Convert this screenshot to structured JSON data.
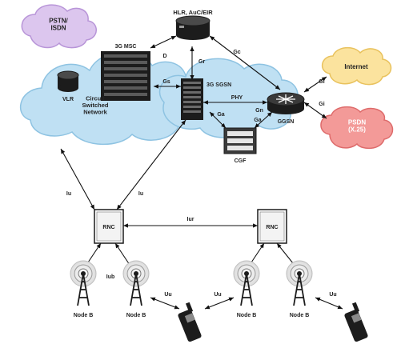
{
  "nodes": {
    "pstn": "PSTN/\nISDN",
    "hlr": "HLR, AuC/EIR",
    "msc": "3G MSC",
    "vlr": "VLR",
    "csn": "Circuit\nSwitched\nNetwork",
    "sgsn": "3G SGSN",
    "ggsn": "GGSN",
    "cgf": "CGF",
    "internet": "Internet",
    "psdn": "PSDN\n(X.25)",
    "rnc_left": "RNC",
    "rnc_right": "RNC",
    "nodeb_1": "Node B",
    "nodeb_2": "Node B",
    "nodeb_3": "Node B",
    "nodeb_4": "Node B"
  },
  "interfaces": {
    "d": "D",
    "gr": "Gr",
    "gc": "Gc",
    "gs": "Gs",
    "phy": "PHY",
    "gn": "Gn",
    "ga_left": "Ga",
    "ga_right": "Ga",
    "gi_internet": "Gi",
    "gi_psdn": "Gi",
    "iu_left": "Iu",
    "iu_right": "Iu",
    "iur": "Iur",
    "iub": "Iub",
    "uu_1": "Uu",
    "uu_2": "Uu",
    "uu_3": "Uu"
  },
  "colors": {
    "cloud_blue": "#bfe0f3",
    "cloud_blue_edge": "#8ec3e2",
    "cloud_purple": "#dcc6ee",
    "cloud_purple_edge": "#b895d8",
    "cloud_yellow": "#fbe39e",
    "cloud_yellow_edge": "#e9c25d",
    "cloud_red": "#f39a98",
    "cloud_red_edge": "#de6b6b",
    "equipment": "#1c1c1c"
  }
}
